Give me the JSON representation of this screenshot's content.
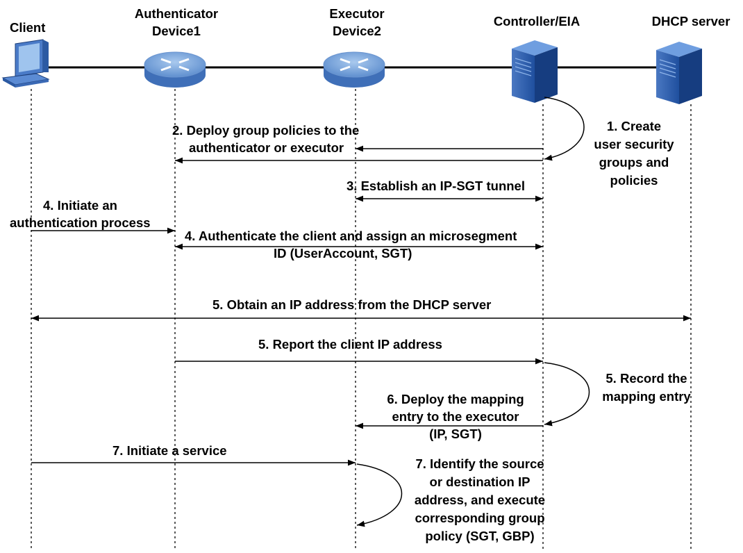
{
  "entities": {
    "client": "Client",
    "authenticator": [
      "Authenticator",
      "Device1"
    ],
    "executor": [
      "Executor",
      "Device2"
    ],
    "controller": "Controller/EIA",
    "dhcp": "DHCP server"
  },
  "steps": {
    "s1": [
      "1. Create",
      "user security",
      "groups and",
      "policies"
    ],
    "s2": [
      "2. Deploy group policies to the",
      "authenticator or executor"
    ],
    "s3": "3. Establish an IP-SGT tunnel",
    "s4a": [
      "4. Initiate an",
      "authentication process"
    ],
    "s4b": [
      "4. Authenticate the client and assign an microsegment",
      "ID (UserAccount, SGT)"
    ],
    "s5a": "5. Obtain an IP address from the DHCP server",
    "s5b": "5. Report the client IP address",
    "s5c": [
      "5. Record the",
      "mapping entry"
    ],
    "s6": [
      "6. Deploy the mapping",
      "entry to the executor",
      "(IP, SGT)"
    ],
    "s7a": "7. Initiate a service",
    "s7b": [
      "7. Identify the source",
      "or destination IP",
      "address, and execute",
      "corresponding group",
      "policy (SGT, GBP)"
    ]
  }
}
